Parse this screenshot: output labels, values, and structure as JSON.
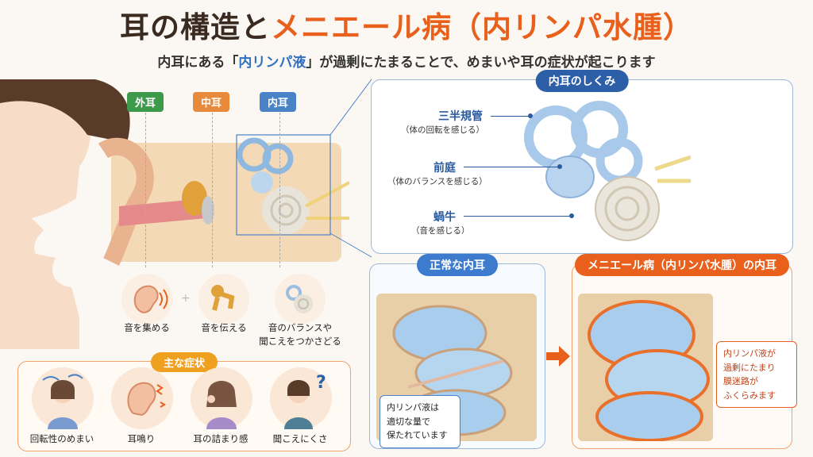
{
  "title": {
    "part1": "耳の構造と",
    "part2": "メニエール病（内リンパ水腫）"
  },
  "subtitle": {
    "before": "内耳にある「",
    "highlight": "内リンパ液",
    "after": "」が過剰にたまることで、めまいや耳の症状が起こります"
  },
  "ear_labels": {
    "outer": "外耳",
    "middle": "中耳",
    "inner": "内耳"
  },
  "functions": [
    {
      "icon": "ear-icon",
      "caption": "音を集める"
    },
    {
      "icon": "ossicles-icon",
      "caption": "音を伝える"
    },
    {
      "icon": "inner-ear-icon",
      "caption": "音のバランスや\n聞こえをつかさどる"
    }
  ],
  "structure_panel": {
    "title": "内耳のしくみ",
    "parts": [
      {
        "name": "三半規管",
        "desc": "（体の回転を感じる）"
      },
      {
        "name": "前庭",
        "desc": "（体のバランスを感じる）"
      },
      {
        "name": "蝸牛",
        "desc": "（音を感じる）"
      }
    ]
  },
  "symptoms": {
    "title": "主な症状",
    "items": [
      "回転性のめまい",
      "耳鳴り",
      "耳の詰まり感",
      "聞こえにくさ"
    ]
  },
  "normal_panel": {
    "title": "正常な内耳",
    "note": "内リンパ液は\n適切な量で\n保たれています"
  },
  "meniere_panel": {
    "title": "メニエール病（内リンパ水腫）の内耳",
    "note": "内リンパ液が\n過剰にたまり\n膜迷路が\nふくらみます"
  },
  "colors": {
    "orange": "#e8601c",
    "blue": "#2d5fa8",
    "green": "#3d9a4a",
    "ear_orange": "#e88a3c",
    "ear_blue": "#4a82c8"
  }
}
